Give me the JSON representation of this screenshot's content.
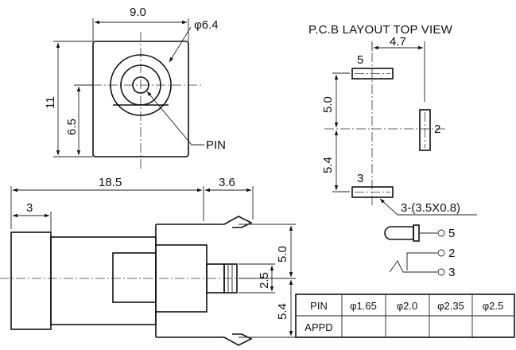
{
  "top_view": {
    "width_label": "9.0",
    "height_label": "11",
    "center_height_label": "6.5",
    "diameter_label": "φ6.4",
    "pin_label": "PIN"
  },
  "pcb": {
    "title": "P.C.B LAYOUT TOP VIEW",
    "h_offset_label": "4.7",
    "upper_span_label": "5.0",
    "lower_span_label": "5.4",
    "pad5_label": "5",
    "pad2_label": "2",
    "pad3_label": "3",
    "pad_size_label": "3-(3.5X0.8)"
  },
  "side_view": {
    "length_label": "18.5",
    "tab_label": "3.6",
    "front_label": "3",
    "upper_height_label": "5.0",
    "pin_dia_label": "2.5",
    "lower_height_label": "5.4"
  },
  "schematic": {
    "pin5_label": "5",
    "pin2_label": "2",
    "pin3_label": "3"
  },
  "table": {
    "header_label": "PIN",
    "row_label": "APPD",
    "columns": [
      "φ1.65",
      "φ2.0",
      "φ2.35",
      "φ2.5"
    ],
    "values": [
      "",
      "",
      "",
      ""
    ]
  }
}
